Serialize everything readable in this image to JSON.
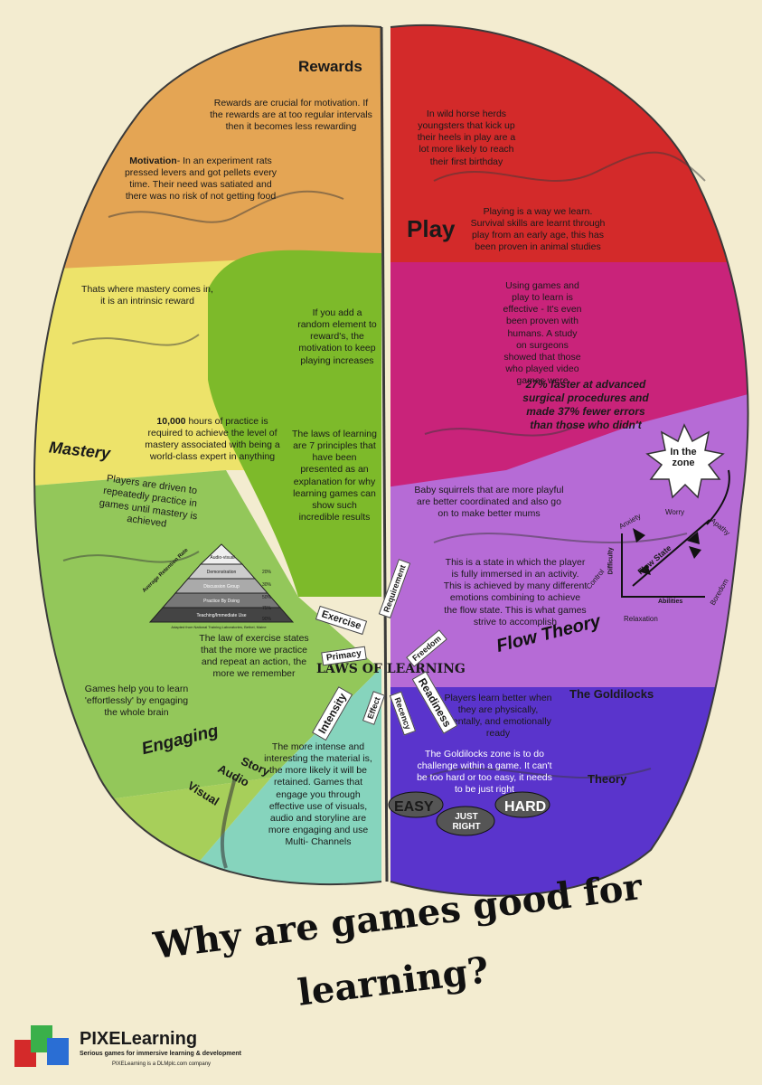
{
  "colors": {
    "rewards": "#e4a554",
    "play": "#d32a2a",
    "magenta": "#c9237a",
    "mastery": "#ede36a",
    "green": "#7dba2a",
    "lightgreen": "#93c75a",
    "teal": "#86d4bd",
    "pink": "#e59ad0",
    "purple": "#b66bd6",
    "blue": "#5a34cc",
    "background": "#f3ecd0"
  },
  "sections": {
    "rewards": {
      "title": "Rewards",
      "text": "Rewards are crucial for motivation. If the rewards are at too regular intervals then it becomes less rewarding"
    },
    "motivation": {
      "label": "Motivation",
      "text": "- In an experiment rats pressed levers and got pellets every time. Their need was satiated and there was no risk of not getting food"
    },
    "mastery_intrinsic": "Thats where mastery comes in, it is an intrinsic reward",
    "random_element": "If you add a random element to reward's, the motivation to keep playing increases",
    "practice": {
      "bold": "10,000",
      "text": " hours of practice is required to achieve the level of mastery associated with being a world-class expert in anything"
    },
    "mastery_title": "Mastery",
    "laws_text": "The laws of learning are 7 principles that have been presented as an explanation for why learning games can show such incredible results",
    "players_driven": "Players are driven to repeatedly practice in games until mastery is achieved",
    "pyramid": {
      "title": "Average Retention Rate",
      "rows": [
        {
          "label": "Audio-visual",
          "pct": "20%"
        },
        {
          "label": "Demonstration",
          "pct": "30%"
        },
        {
          "label": "Discussion Group",
          "pct": "50%"
        },
        {
          "label": "Practice By Doing",
          "pct": "75%"
        },
        {
          "label": "Teaching/Immediate Use",
          "pct": "90%"
        }
      ],
      "caption": "Adapted from National Training Laboratories, Bethel, Maine"
    },
    "exercise_law": "The law of exercise states that the more we practice and repeat an action, the more we remember",
    "effortless": "Games help you to learn 'effortlessly' by engaging the whole brain",
    "engaging": {
      "title": "Engaging",
      "story": "Story",
      "audio": "Audio",
      "visual": "Visual"
    },
    "intense": "The more intense and interesting the material is, the more likely it will be retained. Games that engage you through effective use of visuals, audio and storyline are more engaging and use Multi- Channels",
    "horses": "In wild horse herds youngsters that kick up their heels in play are a lot more likely to reach their first birthday",
    "play_title": "Play",
    "playing_way": "Playing is a way we learn. Survival skills are learnt through play from an early age, this has been proven in animal studies",
    "surgeons": "Using games and play to learn is effective - It's even been proven with humans. A study on surgeons showed that those who played video games were",
    "surgeons_stat": "27% faster at advanced surgical procedures and made 37% fewer errors than those who didn't",
    "squirrels": "Baby squirrels that are more playful are better coordinated and also go on to make better mums",
    "zone": "In the zone",
    "flow_text": "This is a state in which the player is fully immersed in an activity. This is achieved by many different emotions combining to achieve the flow state. This is what games strive to accomplish",
    "flow_chart": {
      "state": "Flow State",
      "difficulty": "Difficulty",
      "abilities": "Abilities",
      "emotions": [
        "Anxiety",
        "Worry",
        "Apathy",
        "Control",
        "Relaxation",
        "Boredom"
      ]
    },
    "flow_title": "Flow Theory",
    "physically": "Players learn better when they are physically, mentally, and emotionally ready",
    "goldilocks": {
      "title1": "The Goldilocks",
      "title2": "Theory",
      "text": "The Goldilocks zone is to do challenge within a game. It can't be too hard or too easy, it needs to be just right",
      "bowls": [
        "EASY",
        "JUST RIGHT",
        "HARD"
      ]
    },
    "laws": {
      "title": "LAWS OF LEARNING",
      "labels": [
        "Exercise",
        "Requirement",
        "Primacy",
        "Freedom",
        "Intensity",
        "Effect",
        "Recency",
        "Readiness"
      ]
    }
  },
  "title_lines": [
    "Why are games good for",
    "learning?"
  ],
  "logo": {
    "name": "PIXELearning",
    "tagline": "Serious games for immersive learning & development",
    "sub": "PIXELearning is a DLMplc.com company"
  }
}
